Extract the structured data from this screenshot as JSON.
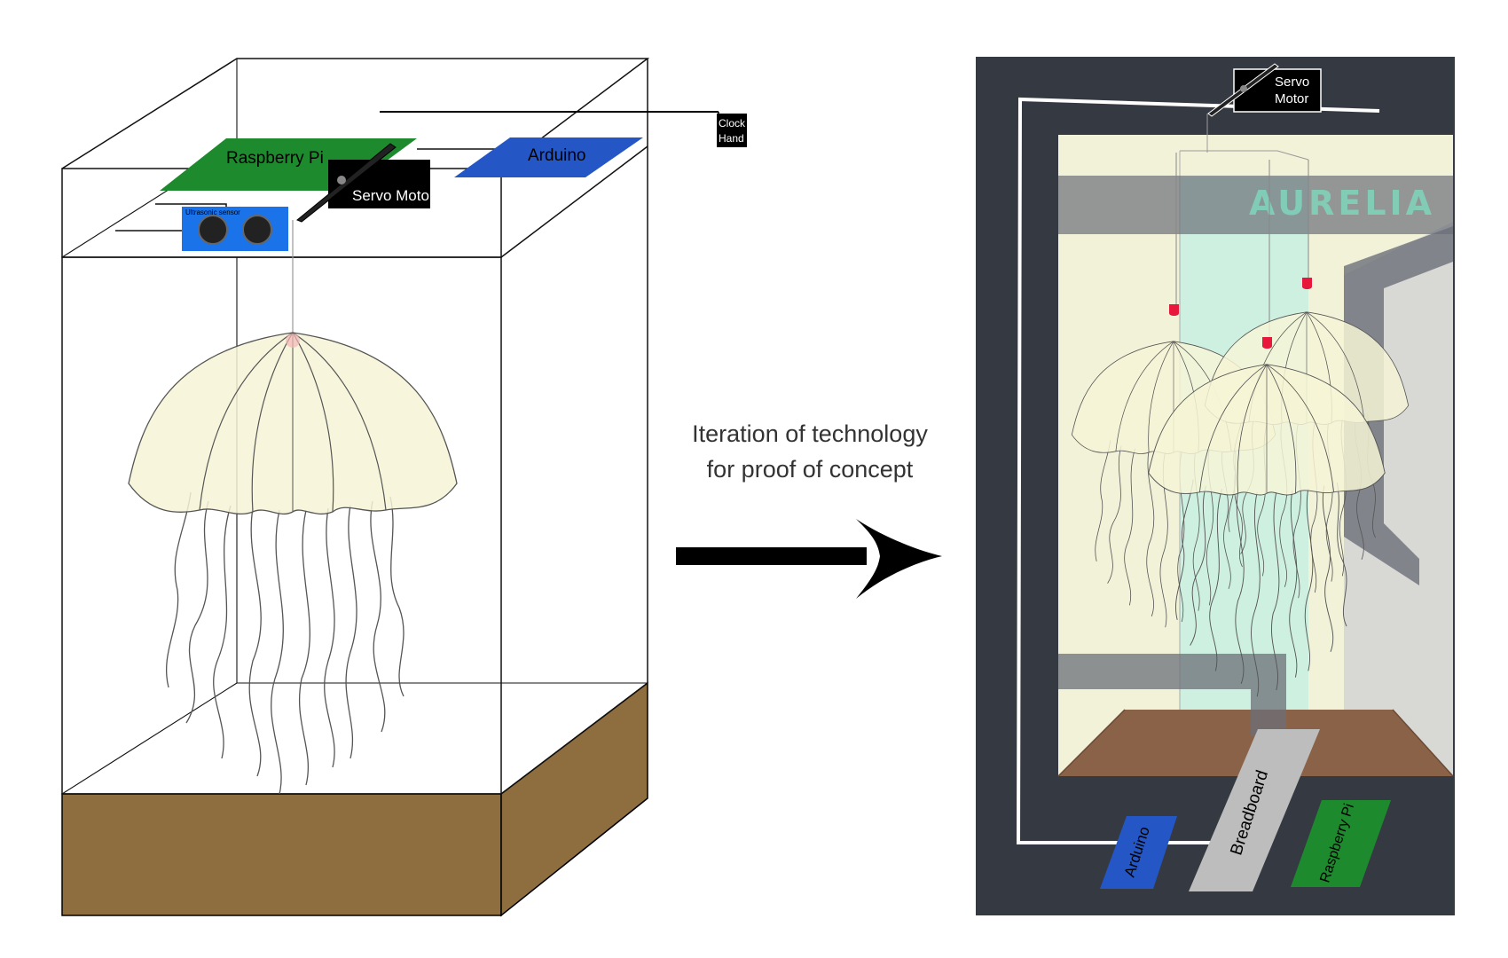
{
  "left": {
    "raspberry_pi": "Raspberry Pi",
    "arduino": "Arduino",
    "servo_motor": "Servo Motor",
    "ultrasonic_sensor": "Ultrasonic sensor",
    "clock_hand_line1": "Clock",
    "clock_hand_line2": "Hand"
  },
  "caption": {
    "line1": "Iteration of technology",
    "line2": "for proof of concept"
  },
  "right": {
    "servo_line1": "Servo",
    "servo_line2": "Motor",
    "logo": "AURELIA",
    "arduino": "Arduino",
    "breadboard": "Breadboard",
    "raspberry_pi": "Raspberry Pi"
  },
  "colors": {
    "raspberry_pi_green": "#1e8a2e",
    "arduino_blue": "#2457c5",
    "sensor_blue": "#1a73e8",
    "base_brown": "#8e6d3f",
    "floor_brown": "#8a6248",
    "frame_dark": "#353a42",
    "tank_cream": "#f2f2d9",
    "water_teal": "#c8f0e1",
    "breadboard_gray": "#bdbdbd",
    "logo_teal": "#7fd6bb",
    "led_red": "#e8173c"
  }
}
